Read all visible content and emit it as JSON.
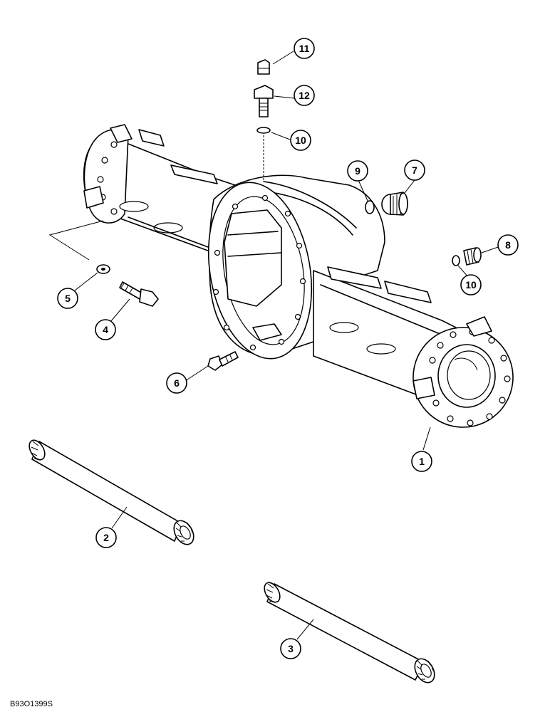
{
  "diagram": {
    "figure_code": "B93O1399S",
    "callouts": [
      {
        "id": "1",
        "part": "axle-housing"
      },
      {
        "id": "2",
        "part": "axle-shaft"
      },
      {
        "id": "3",
        "part": "axle-shaft"
      },
      {
        "id": "4",
        "part": "bolt"
      },
      {
        "id": "5",
        "part": "washer"
      },
      {
        "id": "6",
        "part": "bolt"
      },
      {
        "id": "7",
        "part": "plug"
      },
      {
        "id": "8",
        "part": "plug"
      },
      {
        "id": "9",
        "part": "o-ring"
      },
      {
        "id": "10",
        "part": "o-ring"
      },
      {
        "id": "10",
        "part": "o-ring"
      },
      {
        "id": "11",
        "part": "breather"
      },
      {
        "id": "12",
        "part": "adapter"
      }
    ]
  }
}
